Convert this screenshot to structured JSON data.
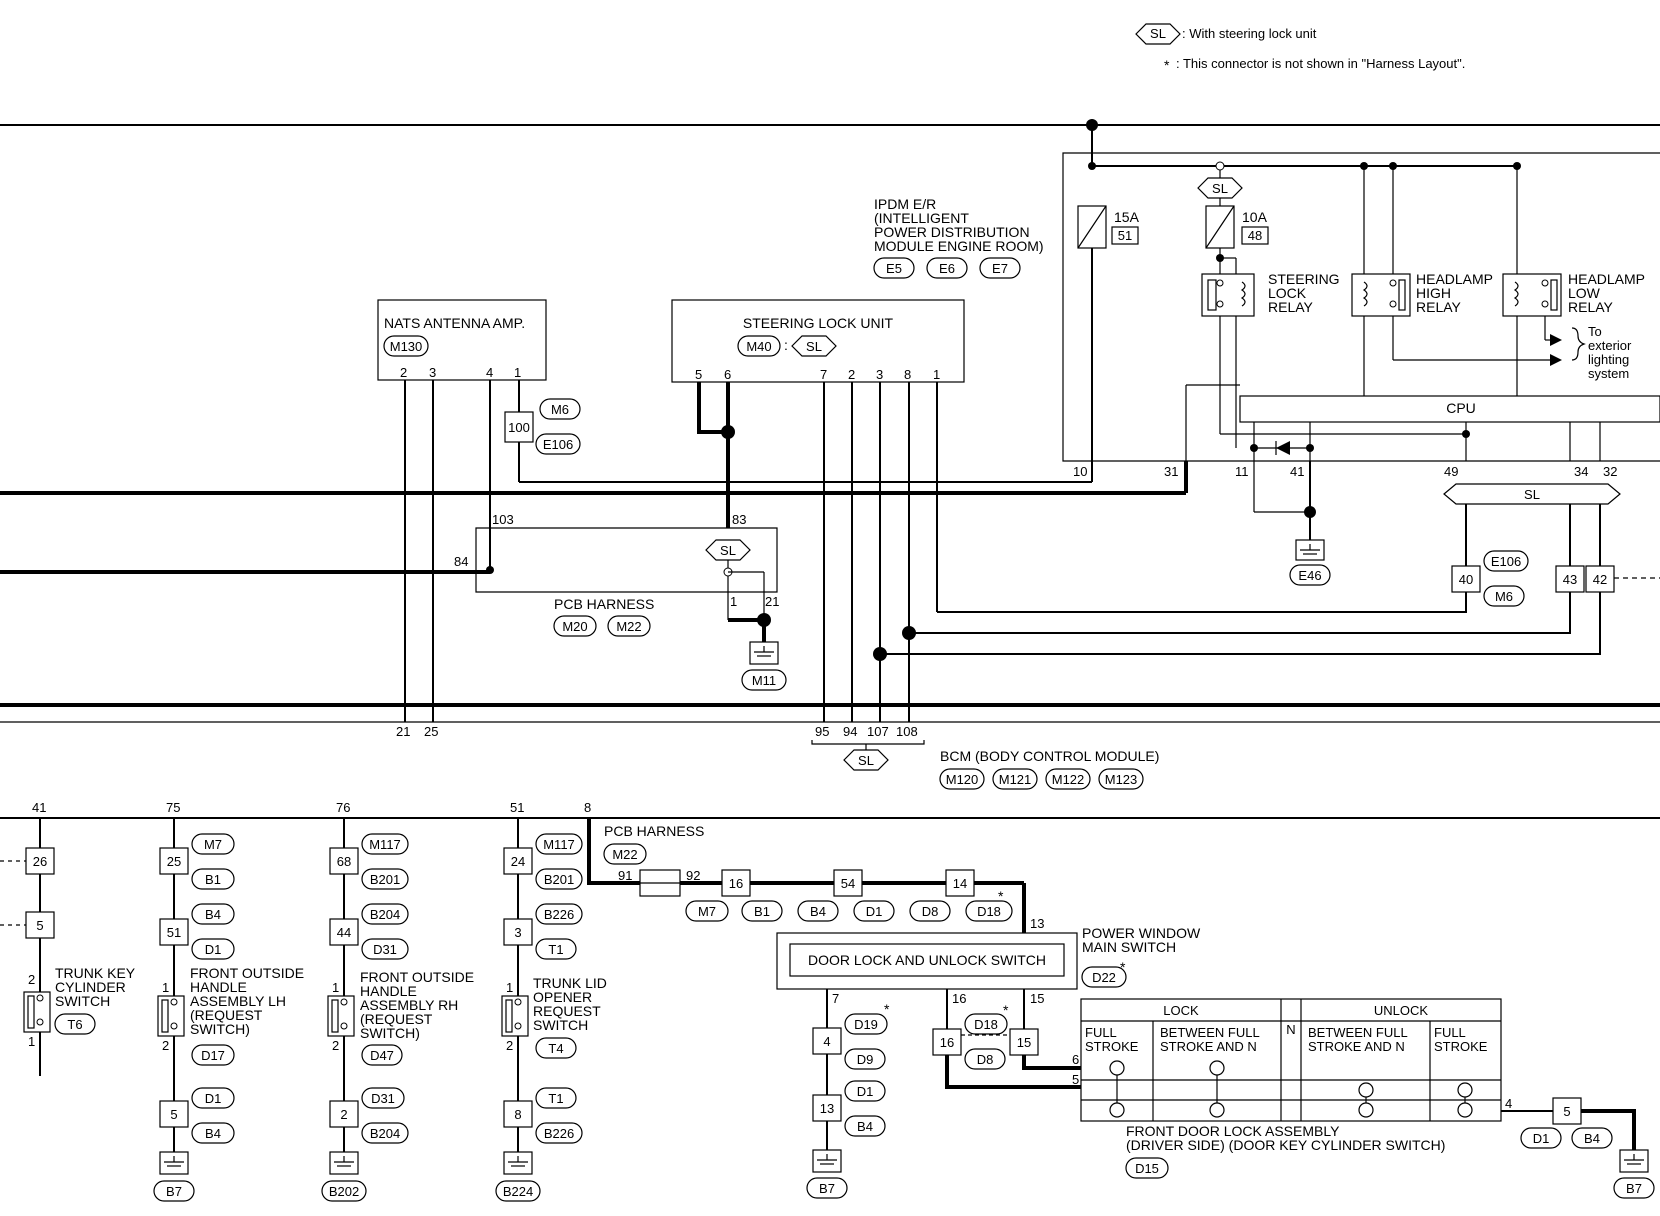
{
  "legend": {
    "sl_tag": "SL",
    "sl_text": ": With steering lock unit",
    "star": "*",
    "star_text": ": This connector is not shown in \"Harness Layout\"."
  },
  "ipdm": {
    "title": [
      "IPDM E/R",
      "(INTELLIGENT",
      "POWER DISTRIBUTION",
      "MODULE ENGINE ROOM)"
    ],
    "connectors": [
      "E5",
      "E6",
      "E7"
    ],
    "fuse1_amp": "15A",
    "fuse1_no": "51",
    "fuse2_amp": "10A",
    "fuse2_no": "48",
    "steering_relay": [
      "STEERING",
      "LOCK",
      "RELAY"
    ],
    "high_relay": [
      "HEADLAMP",
      "HIGH",
      "RELAY"
    ],
    "low_relay": [
      "HEADLAMP",
      "LOW",
      "RELAY"
    ],
    "exterior": [
      "To",
      "exterior",
      "lighting",
      "system"
    ],
    "cpu": "CPU",
    "pins": [
      "10",
      "31",
      "11",
      "41",
      "49",
      "34",
      "32"
    ],
    "sl_bar": "SL",
    "ground": "E46"
  },
  "nats": {
    "title": "NATS ANTENNA AMP.",
    "connector": "M130",
    "pins": [
      "2",
      "3",
      "4",
      "1"
    ]
  },
  "steering_unit": {
    "title": "STEERING LOCK UNIT",
    "connector": "M40",
    "pins": [
      "5",
      "6",
      "7",
      "2",
      "3",
      "8",
      "1"
    ]
  },
  "pcb1": {
    "title": "PCB HARNESS",
    "connectors": [
      "M20",
      "M22"
    ],
    "pins": [
      "103",
      "83",
      "84",
      "1",
      "21"
    ],
    "ground": "M11"
  },
  "jc100": {
    "num": "100",
    "c1": "M6",
    "c2": "E106"
  },
  "jc_right": {
    "n40": "40",
    "n43": "43",
    "n42": "42",
    "c1": "E106",
    "c2": "M6"
  },
  "bcm": {
    "title": "BCM (BODY CONTROL MODULE)",
    "connectors": [
      "M120",
      "M121",
      "M122",
      "M123"
    ],
    "pins": [
      "21",
      "25",
      "95",
      "94",
      "107",
      "108"
    ]
  },
  "bottom": {
    "top_pins": [
      "41",
      "75",
      "76",
      "51",
      "8"
    ],
    "col1": {
      "n1": "26",
      "n2": "5",
      "switch": [
        "TRUNK KEY",
        "CYLINDER",
        "SWITCH"
      ],
      "conn": "T6",
      "p1": "2",
      "p2": "1"
    },
    "col2": {
      "n1": "25",
      "c1a": "M7",
      "c1b": "B1",
      "n2": "51",
      "c2a": "B4",
      "c2b": "D1",
      "switch": [
        "FRONT OUTSIDE",
        "HANDLE",
        "ASSEMBLY LH",
        "(REQUEST",
        "SWITCH)"
      ],
      "conn": "D17",
      "p1": "1",
      "p2": "2",
      "n3": "5",
      "c3a": "D1",
      "c3b": "B4",
      "ground": "B7"
    },
    "col3": {
      "n1": "68",
      "c1a": "M117",
      "c1b": "B201",
      "n2": "44",
      "c2a": "B204",
      "c2b": "D31",
      "switch": [
        "FRONT OUTSIDE",
        "HANDLE",
        "ASSEMBLY RH",
        "(REQUEST",
        "SWITCH)"
      ],
      "conn": "D47",
      "p1": "1",
      "p2": "2",
      "n3": "2",
      "c3a": "D31",
      "c3b": "B204",
      "ground": "B202"
    },
    "col4": {
      "n1": "24",
      "c1a": "M117",
      "c1b": "B201",
      "n2": "3",
      "c2a": "B226",
      "c2b": "T1",
      "switch": [
        "TRUNK LID",
        "OPENER",
        "REQUEST",
        "SWITCH"
      ],
      "conn": "T4",
      "p1": "1",
      "p2": "2",
      "n3": "8",
      "c3a": "T1",
      "c3b": "B226",
      "ground": "B224"
    },
    "pcb2": {
      "title": "PCB HARNESS",
      "conn": "M22",
      "p1": "91",
      "p2": "92"
    },
    "chain": [
      "16",
      "54",
      "14"
    ],
    "chain_conns": [
      "M7",
      "B1",
      "B4",
      "D1",
      "D8",
      "D18"
    ],
    "pws": {
      "title": [
        "POWER WINDOW",
        "MAIN SWITCH"
      ],
      "conn": "D22",
      "inner": "DOOR LOCK AND UNLOCK SWITCH",
      "pins": [
        "13",
        "7",
        "16",
        "15"
      ]
    },
    "col_d": {
      "n1": "4",
      "c1a": "D19",
      "c1b": "D9",
      "n2": "13",
      "c2a": "D1",
      "c2b": "B4",
      "ground": "B7"
    },
    "jc_1615": {
      "n16": "16",
      "n15": "15",
      "c1": "D18",
      "c2": "D8"
    },
    "lock_table": {
      "lock": "LOCK",
      "unlock": "UNLOCK",
      "n": "N",
      "full": [
        "FULL",
        "STROKE"
      ],
      "between": [
        "BETWEEN FULL",
        "STROKE AND N"
      ],
      "pin6": "6",
      "pin5": "5",
      "pin4": "4"
    },
    "door_lock": {
      "title": [
        "FRONT DOOR LOCK ASSEMBLY",
        "(DRIVER SIDE) (DOOR KEY CYLINDER SWITCH)"
      ],
      "conn": "D15"
    },
    "right_jc": {
      "n": "5",
      "c1": "D1",
      "c2": "B4",
      "ground": "B7"
    }
  }
}
